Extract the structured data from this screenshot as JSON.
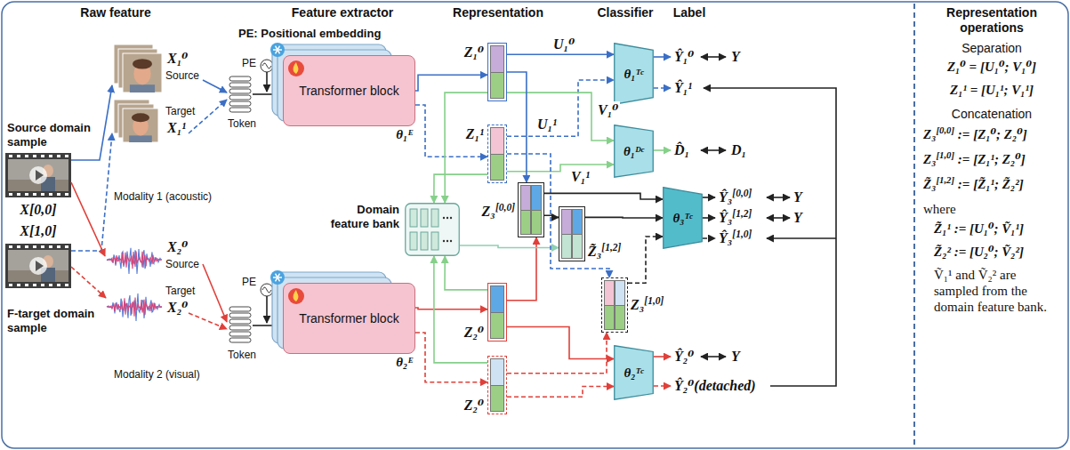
{
  "diagram": {
    "nodes": [
      {
        "text": [
          "Transformer block",
          "θ₁ᴱ"
        ]
      },
      {
        "text": [
          "Transformer block",
          "θ₂ᴱ"
        ]
      },
      {
        "text": [
          "Domain feature bank"
        ]
      },
      {
        "text": [
          "Z₁⁰"
        ]
      },
      {
        "text": [
          "Z₁¹"
        ]
      },
      {
        "text": [
          "Z₂⁰"
        ]
      },
      {
        "text": [
          "Z₂⁰"
        ]
      },
      {
        "text": [
          "Z₃[0,0]"
        ]
      },
      {
        "text": [
          "Z̃₃[1,2]"
        ]
      },
      {
        "text": [
          "Z₃[1,0]"
        ]
      },
      {
        "text": [
          "θ₁ᵀᶜ"
        ]
      },
      {
        "text": [
          "θ₁ᴰᶜ"
        ]
      },
      {
        "text": [
          "θ₃ᵀᶜ"
        ]
      },
      {
        "text": [
          "θ₂ᵀᶜ"
        ]
      }
    ],
    "edges": [
      {
        "from": 0,
        "to": 3,
        "arrow": "to"
      },
      {
        "from": 0,
        "to": 4,
        "arrow": "to"
      },
      {
        "from": 1,
        "to": 5,
        "arrow": "to"
      },
      {
        "from": 1,
        "to": 6,
        "arrow": "to"
      },
      {
        "from": 3,
        "to": 10,
        "label": "U₁⁰",
        "arrow": "to"
      },
      {
        "from": 4,
        "to": 10,
        "label": "U₁¹",
        "arrow": "to"
      },
      {
        "from": 3,
        "to": 11,
        "label": "V₁⁰",
        "arrow": "to"
      },
      {
        "from": 4,
        "to": 11,
        "label": "V₁¹",
        "arrow": "to"
      },
      {
        "from": 3,
        "to": 2,
        "arrow": "to"
      },
      {
        "from": 4,
        "to": 2,
        "arrow": "to"
      },
      {
        "from": 5,
        "to": 2,
        "arrow": "to"
      },
      {
        "from": 6,
        "to": 2,
        "arrow": "to"
      },
      {
        "from": 3,
        "to": 7,
        "arrow": "to"
      },
      {
        "from": 5,
        "to": 7,
        "arrow": "to"
      },
      {
        "from": 7,
        "to": 8,
        "arrow": "to"
      },
      {
        "from": 2,
        "to": 8,
        "arrow": "to"
      },
      {
        "from": 4,
        "to": 9,
        "arrow": "to"
      },
      {
        "from": 6,
        "to": 9,
        "arrow": "to"
      },
      {
        "from": 7,
        "to": 12,
        "arrow": "to"
      },
      {
        "from": 8,
        "to": 12,
        "arrow": "to"
      },
      {
        "from": 9,
        "to": 12,
        "arrow": "to"
      },
      {
        "from": 5,
        "to": 13,
        "arrow": "to"
      },
      {
        "from": 6,
        "to": 13,
        "arrow": "to"
      }
    ],
    "labels": [
      "Raw feature",
      "Feature extractor",
      "Representation",
      "Classifier",
      "Label",
      "Representation operations",
      "PE: Positional embedding",
      "Source domain sample",
      "X[0,0]",
      "X[1,0]",
      "F-target domain sample",
      "X₁⁰",
      "Source",
      "Target",
      "X₁¹",
      "Modality 1 (acoustic)",
      "PE",
      "Token",
      "X₂⁰",
      "Source",
      "Target",
      "X₂⁰",
      "Modality 2 (visual)",
      "PE",
      "Token",
      "Ŷ₁⁰",
      "Y",
      "Ŷ₁¹",
      "D̂₁",
      "D₁",
      "Ŷ₃[0,0]",
      "Y",
      "Ŷ₃[1,2]",
      "Y",
      "Ŷ₃[1,0]",
      "Ŷ₂⁰",
      "Y",
      "Ŷ₂⁰(detached)",
      "Separation",
      "Z₁⁰ = [U₁⁰; V₁⁰]",
      "Z₁¹ = [U₁¹; V₁¹]",
      "Concatenation",
      "Z₃[0,0] := [Z₁⁰; Z₂⁰]",
      "Z₃[1,0] := [Z₁¹; Z₂⁰]",
      "Z̃₃[1,2] := [Z̃₁¹; Z̃₂²]",
      "where",
      "Z̃₁¹ := [U₁⁰; Ṽ₁¹]",
      "Z̃₂² := [U₂⁰; Ṽ₂²]",
      "Ṽ₁¹ and Ṽ₂² are sampled from the domain feature bank."
    ]
  }
}
